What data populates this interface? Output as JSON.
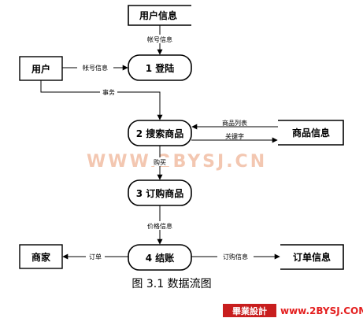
{
  "title": "图 3.1  数据流图",
  "watermark": "WWW.2BYSJ.CN",
  "footer": {
    "brand": "畢業設計",
    "url": "www.2BYSJ.COM"
  },
  "nodes": {
    "user_info_store": "用户信息",
    "user_entity": "用户",
    "login": "1 登陆",
    "search": "2 搜索商品",
    "goods_store": "商品信息",
    "order_goods": "3 订购商品",
    "checkout": "4 结账",
    "merchant": "商家",
    "order_store": "订单信息"
  },
  "flows": {
    "store_to_login": "帐号信息",
    "user_to_login": "帐号信息",
    "user_to_search": "事务",
    "goods_to_search": "商品列表",
    "search_to_goods": "关键字",
    "search_to_order": "购买",
    "order_to_checkout": "价格信息",
    "checkout_to_merchant": "订单",
    "checkout_to_store": "订购信息"
  }
}
